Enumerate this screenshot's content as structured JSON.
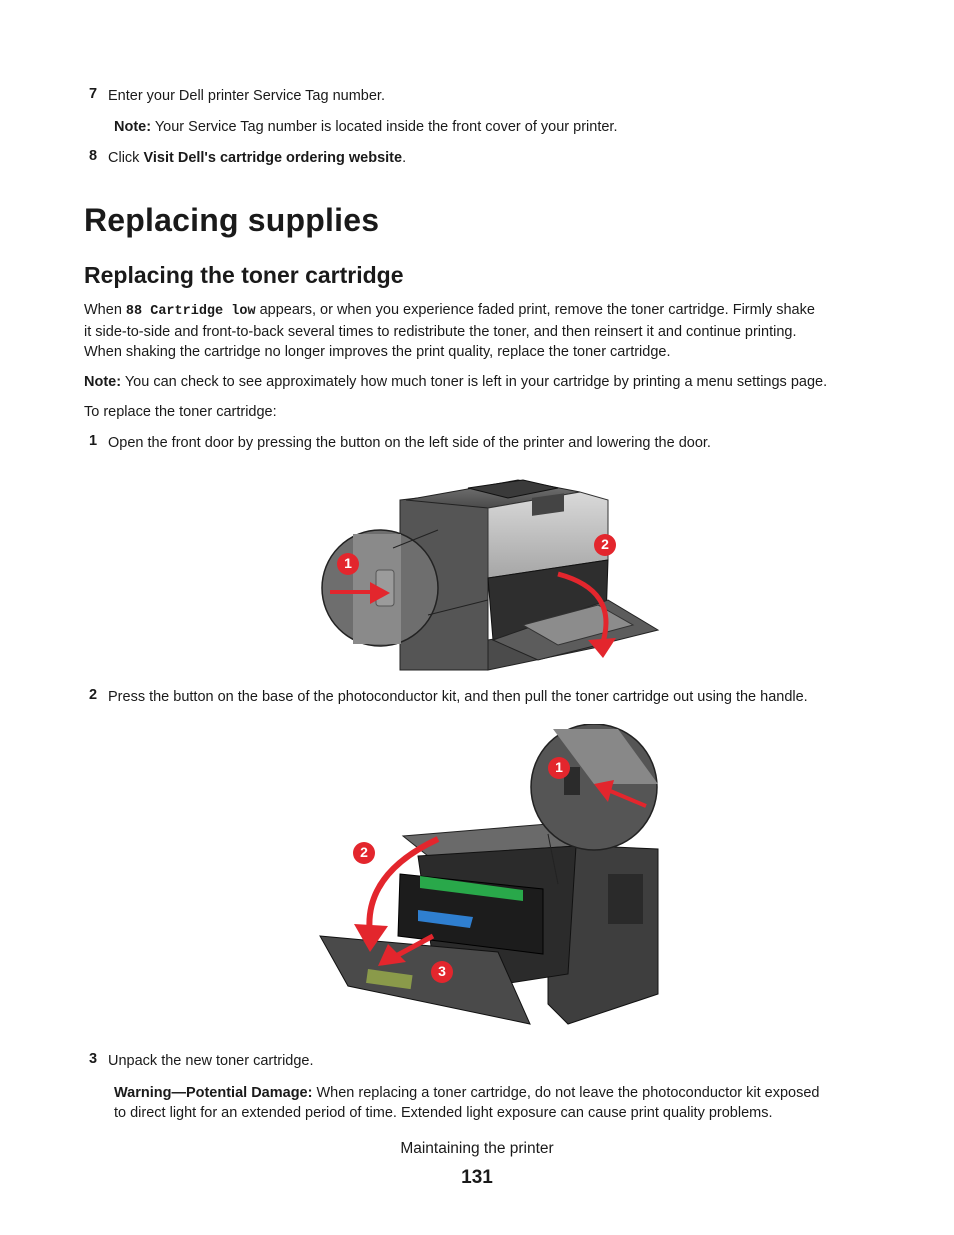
{
  "steps_top": [
    {
      "num": "7",
      "text": "Enter your Dell printer Service Tag number."
    },
    {
      "num": "8",
      "text_before": "Click ",
      "bold": "Visit Dell's cartridge ordering website",
      "text_after": "."
    }
  ],
  "note_service": {
    "label": "Note:",
    "text": " Your Service Tag number is located inside the front cover of your printer."
  },
  "h1": "Replacing supplies",
  "h2": "Replacing the toner cartridge",
  "intro": {
    "before": "When ",
    "code": "88 Cartridge low",
    "after_line1": " appears, or when you experience faded print, remove the toner cartridge. Firmly shake",
    "line2": "it side-to-side and front-to-back several times to redistribute the toner, and then reinsert it and continue printing.",
    "line3": "When shaking the cartridge no longer improves the print quality, replace the toner cartridge."
  },
  "note_toner": {
    "label": "Note:",
    "text": " You can check to see approximately how much toner is left in your cartridge by printing a menu settings page."
  },
  "lead": "To replace the toner cartridge:",
  "step1": {
    "num": "1",
    "text": "Open the front door by pressing the button on the left side of the printer and lowering the door."
  },
  "step2": {
    "num": "2",
    "text": "Press the button on the base of the photoconductor kit, and then pull the toner cartridge out using the handle."
  },
  "step3": {
    "num": "3",
    "text": "Unpack the new toner cartridge."
  },
  "warning": {
    "label": "Warning—Potential Damage:",
    "line1": " When replacing a toner cartridge, do not leave the photoconductor kit exposed",
    "line2": "to direct light for an extended period of time. Extended light exposure can cause print quality problems."
  },
  "figure1_callouts": [
    "1",
    "2"
  ],
  "figure2_callouts": [
    "1",
    "2",
    "3"
  ],
  "footer": {
    "section": "Maintaining the printer",
    "page": "131"
  },
  "colors": {
    "callout_red": "#e3262d",
    "toner_green": "#29a84a",
    "toner_blue": "#2f7fd0"
  }
}
